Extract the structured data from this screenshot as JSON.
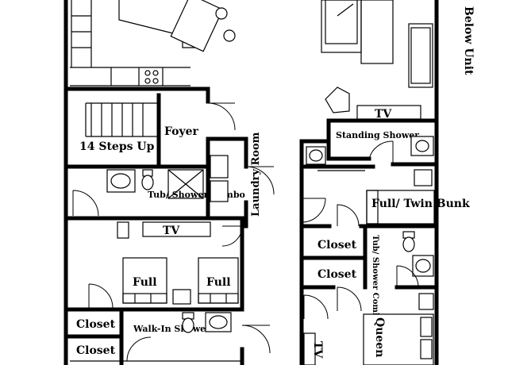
{
  "rooms": {
    "steps": "14 Steps Up",
    "foyer": "Foyer",
    "tub_combo_left": "Tub/ Shower Combo",
    "laundry": "Laundry Room",
    "tv_left": "TV",
    "full_left": "Full",
    "full_right": "Full",
    "closet_left_1": "Closet",
    "closet_left_2": "Closet",
    "walk_in_shower": "Walk-In Shower",
    "below_unit": "Below Unit",
    "tv_right": "TV",
    "standing_shower": "Standing Shower",
    "full_twin_bunk": "Full/ Twin Bunk",
    "closet_right_1": "Closet",
    "closet_right_2": "Closet",
    "tub_combo_right": "Tub/ Shower Combo",
    "queen": "Queen",
    "tv_bottom": "TV"
  }
}
